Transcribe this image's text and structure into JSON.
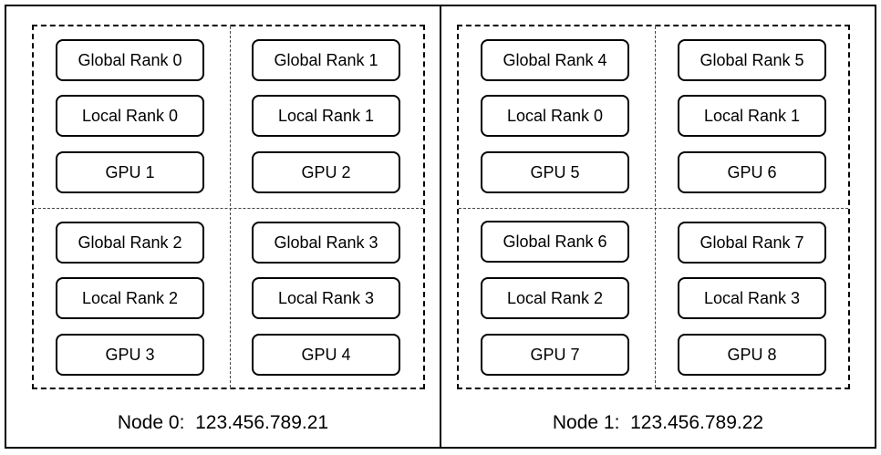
{
  "nodes": [
    {
      "label": "Node 0:  123.456.789.21",
      "workers": [
        {
          "global_rank": "Global Rank 0",
          "local_rank": "Local Rank 0",
          "gpu": "GPU 1"
        },
        {
          "global_rank": "Global Rank 1",
          "local_rank": "Local Rank 1",
          "gpu": "GPU 2"
        },
        {
          "global_rank": "Global Rank 2",
          "local_rank": "Local Rank 2",
          "gpu": "GPU 3"
        },
        {
          "global_rank": "Global Rank 3",
          "local_rank": "Local Rank 3",
          "gpu": "GPU 4"
        }
      ]
    },
    {
      "label": "Node 1:  123.456.789.22",
      "workers": [
        {
          "global_rank": "Global Rank 4",
          "local_rank": "Local Rank 0",
          "gpu": "GPU 5"
        },
        {
          "global_rank": "Global Rank 5",
          "local_rank": "Local Rank 1",
          "gpu": "GPU 6"
        },
        {
          "global_rank": "Global Rank 6",
          "local_rank": "Local Rank 2",
          "gpu": "GPU 7"
        },
        {
          "global_rank": "Global Rank 7",
          "local_rank": "Local Rank 3",
          "gpu": "GPU 8"
        }
      ]
    }
  ]
}
